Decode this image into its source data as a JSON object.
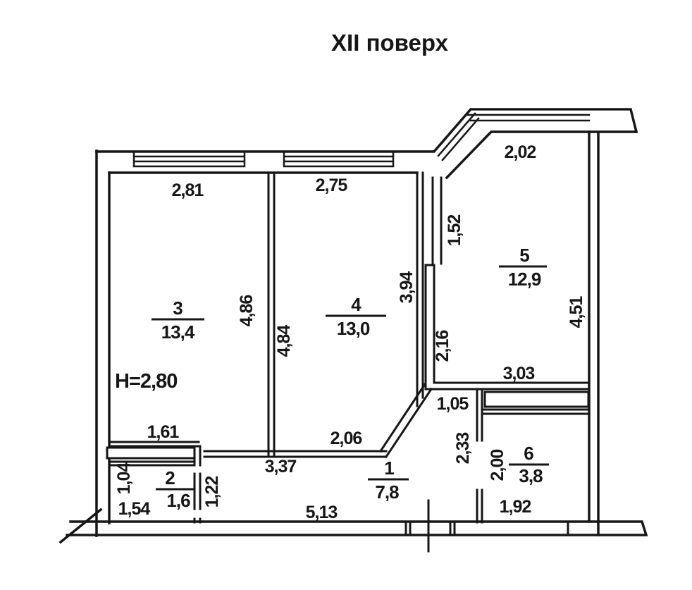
{
  "title": "XII поверх",
  "plan": {
    "height_label": "H=2,80",
    "ink_color": "#161616",
    "background_color": "#ffffff",
    "rooms": {
      "r1": {
        "number": "1",
        "area": "7,8"
      },
      "r2": {
        "number": "2",
        "area": "1,6"
      },
      "r3": {
        "number": "3",
        "area": "13,4"
      },
      "r4": {
        "number": "4",
        "area": "13,0"
      },
      "r5": {
        "number": "5",
        "area": "12,9"
      },
      "r6": {
        "number": "6",
        "area": "3,8"
      }
    },
    "dims": {
      "w3_top": "2,81",
      "w4_top": "2,75",
      "w5_top": "2,02",
      "r5_left_upper": "1,52",
      "r3_right": "4,86",
      "r4_left": "4,84",
      "r4_right_upper": "3,94",
      "r4_right_lower": "2,16",
      "r5_right": "4,51",
      "r5_bottom": "3,03",
      "hall_alcove_top": "1,05",
      "hall_alcove_right": "2,33",
      "r6_left": "2,00",
      "r6_bottom": "1,92",
      "r3_bottom": "1,61",
      "r2_left": "1,04",
      "r2_bottom": "1,54",
      "hall_left": "1,22",
      "hall_top_width": "3,37",
      "r4_bottom": "2,06",
      "hall_bottom": "5,13"
    }
  }
}
